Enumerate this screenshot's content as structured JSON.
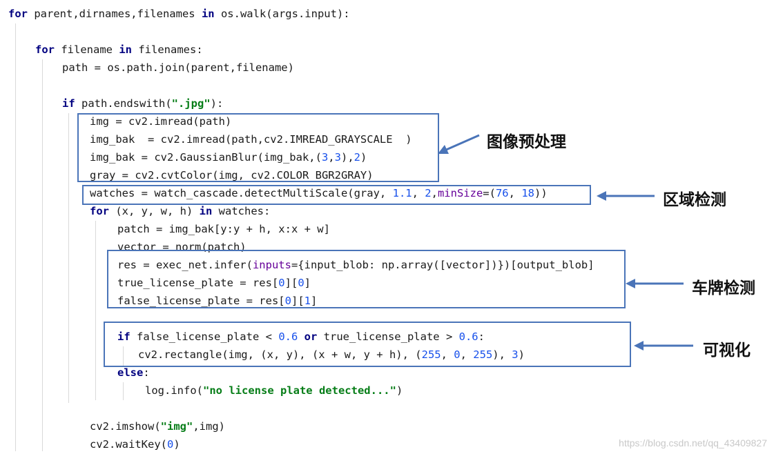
{
  "code": {
    "lines": [
      [
        {
          "t": "for",
          "c": "kw"
        },
        {
          "t": " parent,dirnames,filenames "
        },
        {
          "t": "in",
          "c": "kw"
        },
        {
          "t": " os.walk(args.input):"
        }
      ],
      [],
      [
        {
          "t": "for",
          "c": "kw"
        },
        {
          "t": " filename "
        },
        {
          "t": "in",
          "c": "kw"
        },
        {
          "t": " filenames:"
        }
      ],
      [
        {
          "t": "path = os.path.join(parent,filename)"
        }
      ],
      [],
      [
        {
          "t": "if",
          "c": "kw"
        },
        {
          "t": " path.endswith("
        },
        {
          "t": "\".jpg\"",
          "c": "str"
        },
        {
          "t": "):"
        }
      ],
      [
        {
          "t": "img = cv2.imread(path)"
        }
      ],
      [
        {
          "t": "img_bak  = cv2.imread(path,cv2.IMREAD_GRAYSCALE  )"
        }
      ],
      [
        {
          "t": "img_bak = cv2.GaussianBlur(img_bak,("
        },
        {
          "t": "3",
          "c": "num"
        },
        {
          "t": ","
        },
        {
          "t": "3",
          "c": "num"
        },
        {
          "t": "),"
        },
        {
          "t": "2",
          "c": "num"
        },
        {
          "t": ")"
        }
      ],
      [
        {
          "t": "gray = cv2.cvtColor(img, cv2.COLOR_BGR2GRAY)"
        }
      ],
      [
        {
          "t": "watches = watch_cascade.detectMultiScale(gray, "
        },
        {
          "t": "1.1",
          "c": "num"
        },
        {
          "t": ", "
        },
        {
          "t": "2",
          "c": "num"
        },
        {
          "t": ","
        },
        {
          "t": "minSize",
          "c": "prm"
        },
        {
          "t": "=("
        },
        {
          "t": "76",
          "c": "num"
        },
        {
          "t": ", "
        },
        {
          "t": "18",
          "c": "num"
        },
        {
          "t": "))"
        }
      ],
      [
        {
          "t": "for",
          "c": "kw"
        },
        {
          "t": " (x, y, w, h) "
        },
        {
          "t": "in",
          "c": "kw"
        },
        {
          "t": " watches:"
        }
      ],
      [
        {
          "t": "patch = img_bak[y:y + h, x:x + w]"
        }
      ],
      [
        {
          "t": "vector = norm(patch)"
        }
      ],
      [
        {
          "t": "res = exec_net.infer("
        },
        {
          "t": "inputs",
          "c": "prm"
        },
        {
          "t": "={input_blob: np.array([vector])})[output_blob]"
        }
      ],
      [
        {
          "t": "true_license_plate = res["
        },
        {
          "t": "0",
          "c": "num"
        },
        {
          "t": "]["
        },
        {
          "t": "0",
          "c": "num"
        },
        {
          "t": "]"
        }
      ],
      [
        {
          "t": "false_license_plate = res["
        },
        {
          "t": "0",
          "c": "num"
        },
        {
          "t": "]["
        },
        {
          "t": "1",
          "c": "num"
        },
        {
          "t": "]"
        }
      ],
      [],
      [
        {
          "t": "if",
          "c": "kw"
        },
        {
          "t": " false_license_plate < "
        },
        {
          "t": "0.6",
          "c": "num"
        },
        {
          "t": " "
        },
        {
          "t": "or",
          "c": "kw"
        },
        {
          "t": " true_license_plate > "
        },
        {
          "t": "0.6",
          "c": "num"
        },
        {
          "t": ":"
        }
      ],
      [
        {
          "t": "cv2.rectangle(img, (x, y), (x + w, y + h), ("
        },
        {
          "t": "255",
          "c": "num"
        },
        {
          "t": ", "
        },
        {
          "t": "0",
          "c": "num"
        },
        {
          "t": ", "
        },
        {
          "t": "255",
          "c": "num"
        },
        {
          "t": "), "
        },
        {
          "t": "3",
          "c": "num"
        },
        {
          "t": ")"
        }
      ],
      [
        {
          "t": "else",
          "c": "kw"
        },
        {
          "t": ":"
        }
      ],
      [
        {
          "t": "log.info("
        },
        {
          "t": "\"no license plate detected...\"",
          "c": "str"
        },
        {
          "t": ")"
        }
      ],
      [],
      [
        {
          "t": "cv2.imshow("
        },
        {
          "t": "\"img\"",
          "c": "str"
        },
        {
          "t": ",img)"
        }
      ],
      [
        {
          "t": "cv2.waitKey("
        },
        {
          "t": "0",
          "c": "num"
        },
        {
          "t": ")"
        }
      ]
    ]
  },
  "annotations": {
    "preprocess": "图像预处理",
    "region_detect": "区域检测",
    "plate_detect": "车牌检测",
    "visualize": "可视化"
  },
  "colors": {
    "keyword": "#000080",
    "string": "#067d17",
    "number": "#1750eb",
    "param": "#660099",
    "box": "#4a74b8"
  },
  "watermark": "https://blog.csdn.net/qq_43409827"
}
